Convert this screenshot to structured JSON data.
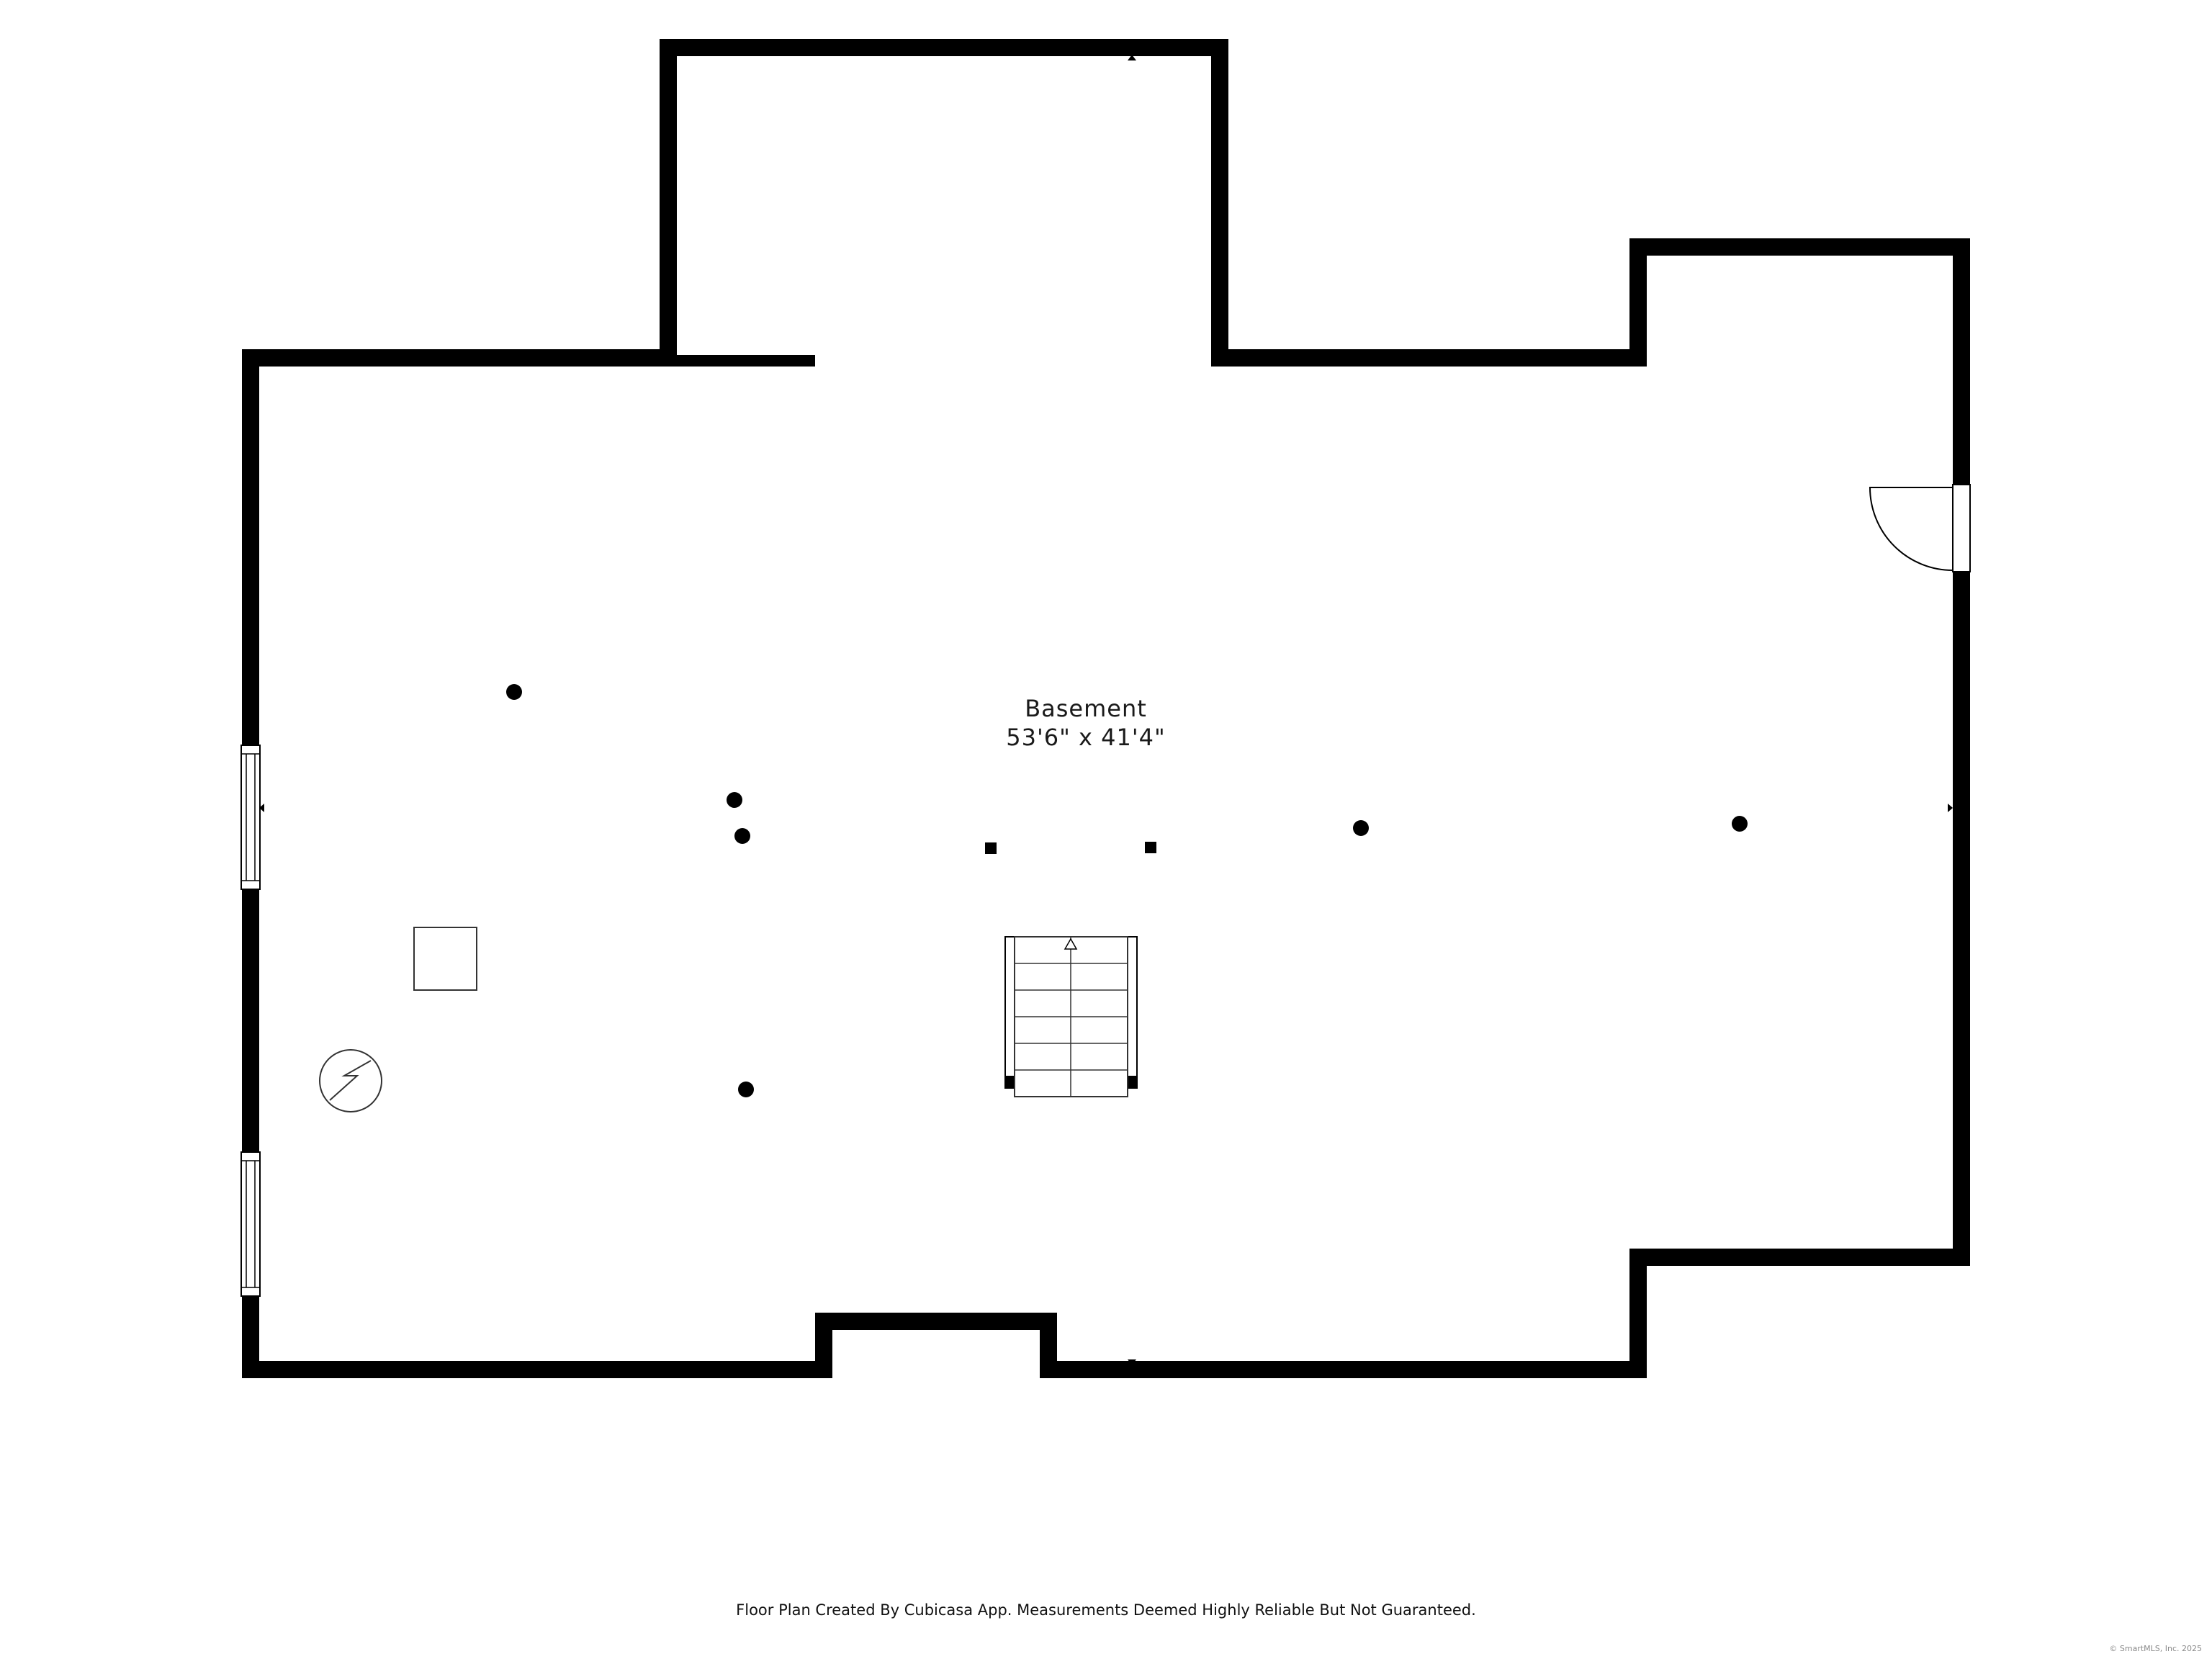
{
  "floor_plan": {
    "room": {
      "name": "Basement",
      "dimensions": "53'6\" x 41'4\""
    },
    "disclaimer": "Floor Plan Created By Cubicasa App. Measurements Deemed Highly Reliable But Not Guaranteed.",
    "copyright": "© SmartMLS, Inc. 2025"
  },
  "colors": {
    "wall": "#000000",
    "background": "#ffffff",
    "fixture_stroke": "#333333"
  }
}
